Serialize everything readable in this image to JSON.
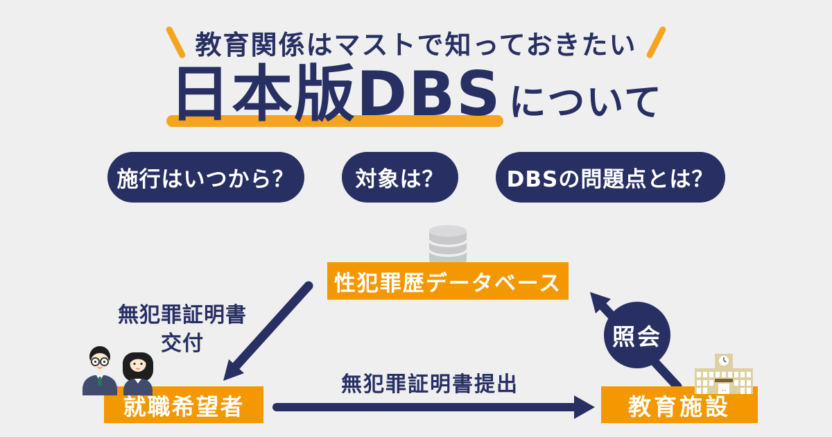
{
  "palette": {
    "navy": "#272f63",
    "orange": "#f39800",
    "orange_light": "#f5a41e",
    "background": "#efeff0"
  },
  "header": {
    "tagline": "教育関係はマストで知っておきたい",
    "title_main": "日本版DBS",
    "title_suffix": "について"
  },
  "topic_pills": [
    {
      "label": "施行はいつから？"
    },
    {
      "label": "対象は？"
    },
    {
      "label": "DBSの問題点とは？"
    }
  ],
  "diagram": {
    "database_label": "性犯罪歴データベース",
    "issue_line1": "無犯罪証明書",
    "issue_line2": "交付",
    "job_seeker_label": "就職希望者",
    "submit_label": "無犯罪証明書提出",
    "school_label": "教育施設",
    "query_label": "照会",
    "icons": {
      "database": "database-cylinder-icon",
      "job_seekers": "man-and-woman-icon",
      "school": "school-building-icon"
    }
  }
}
